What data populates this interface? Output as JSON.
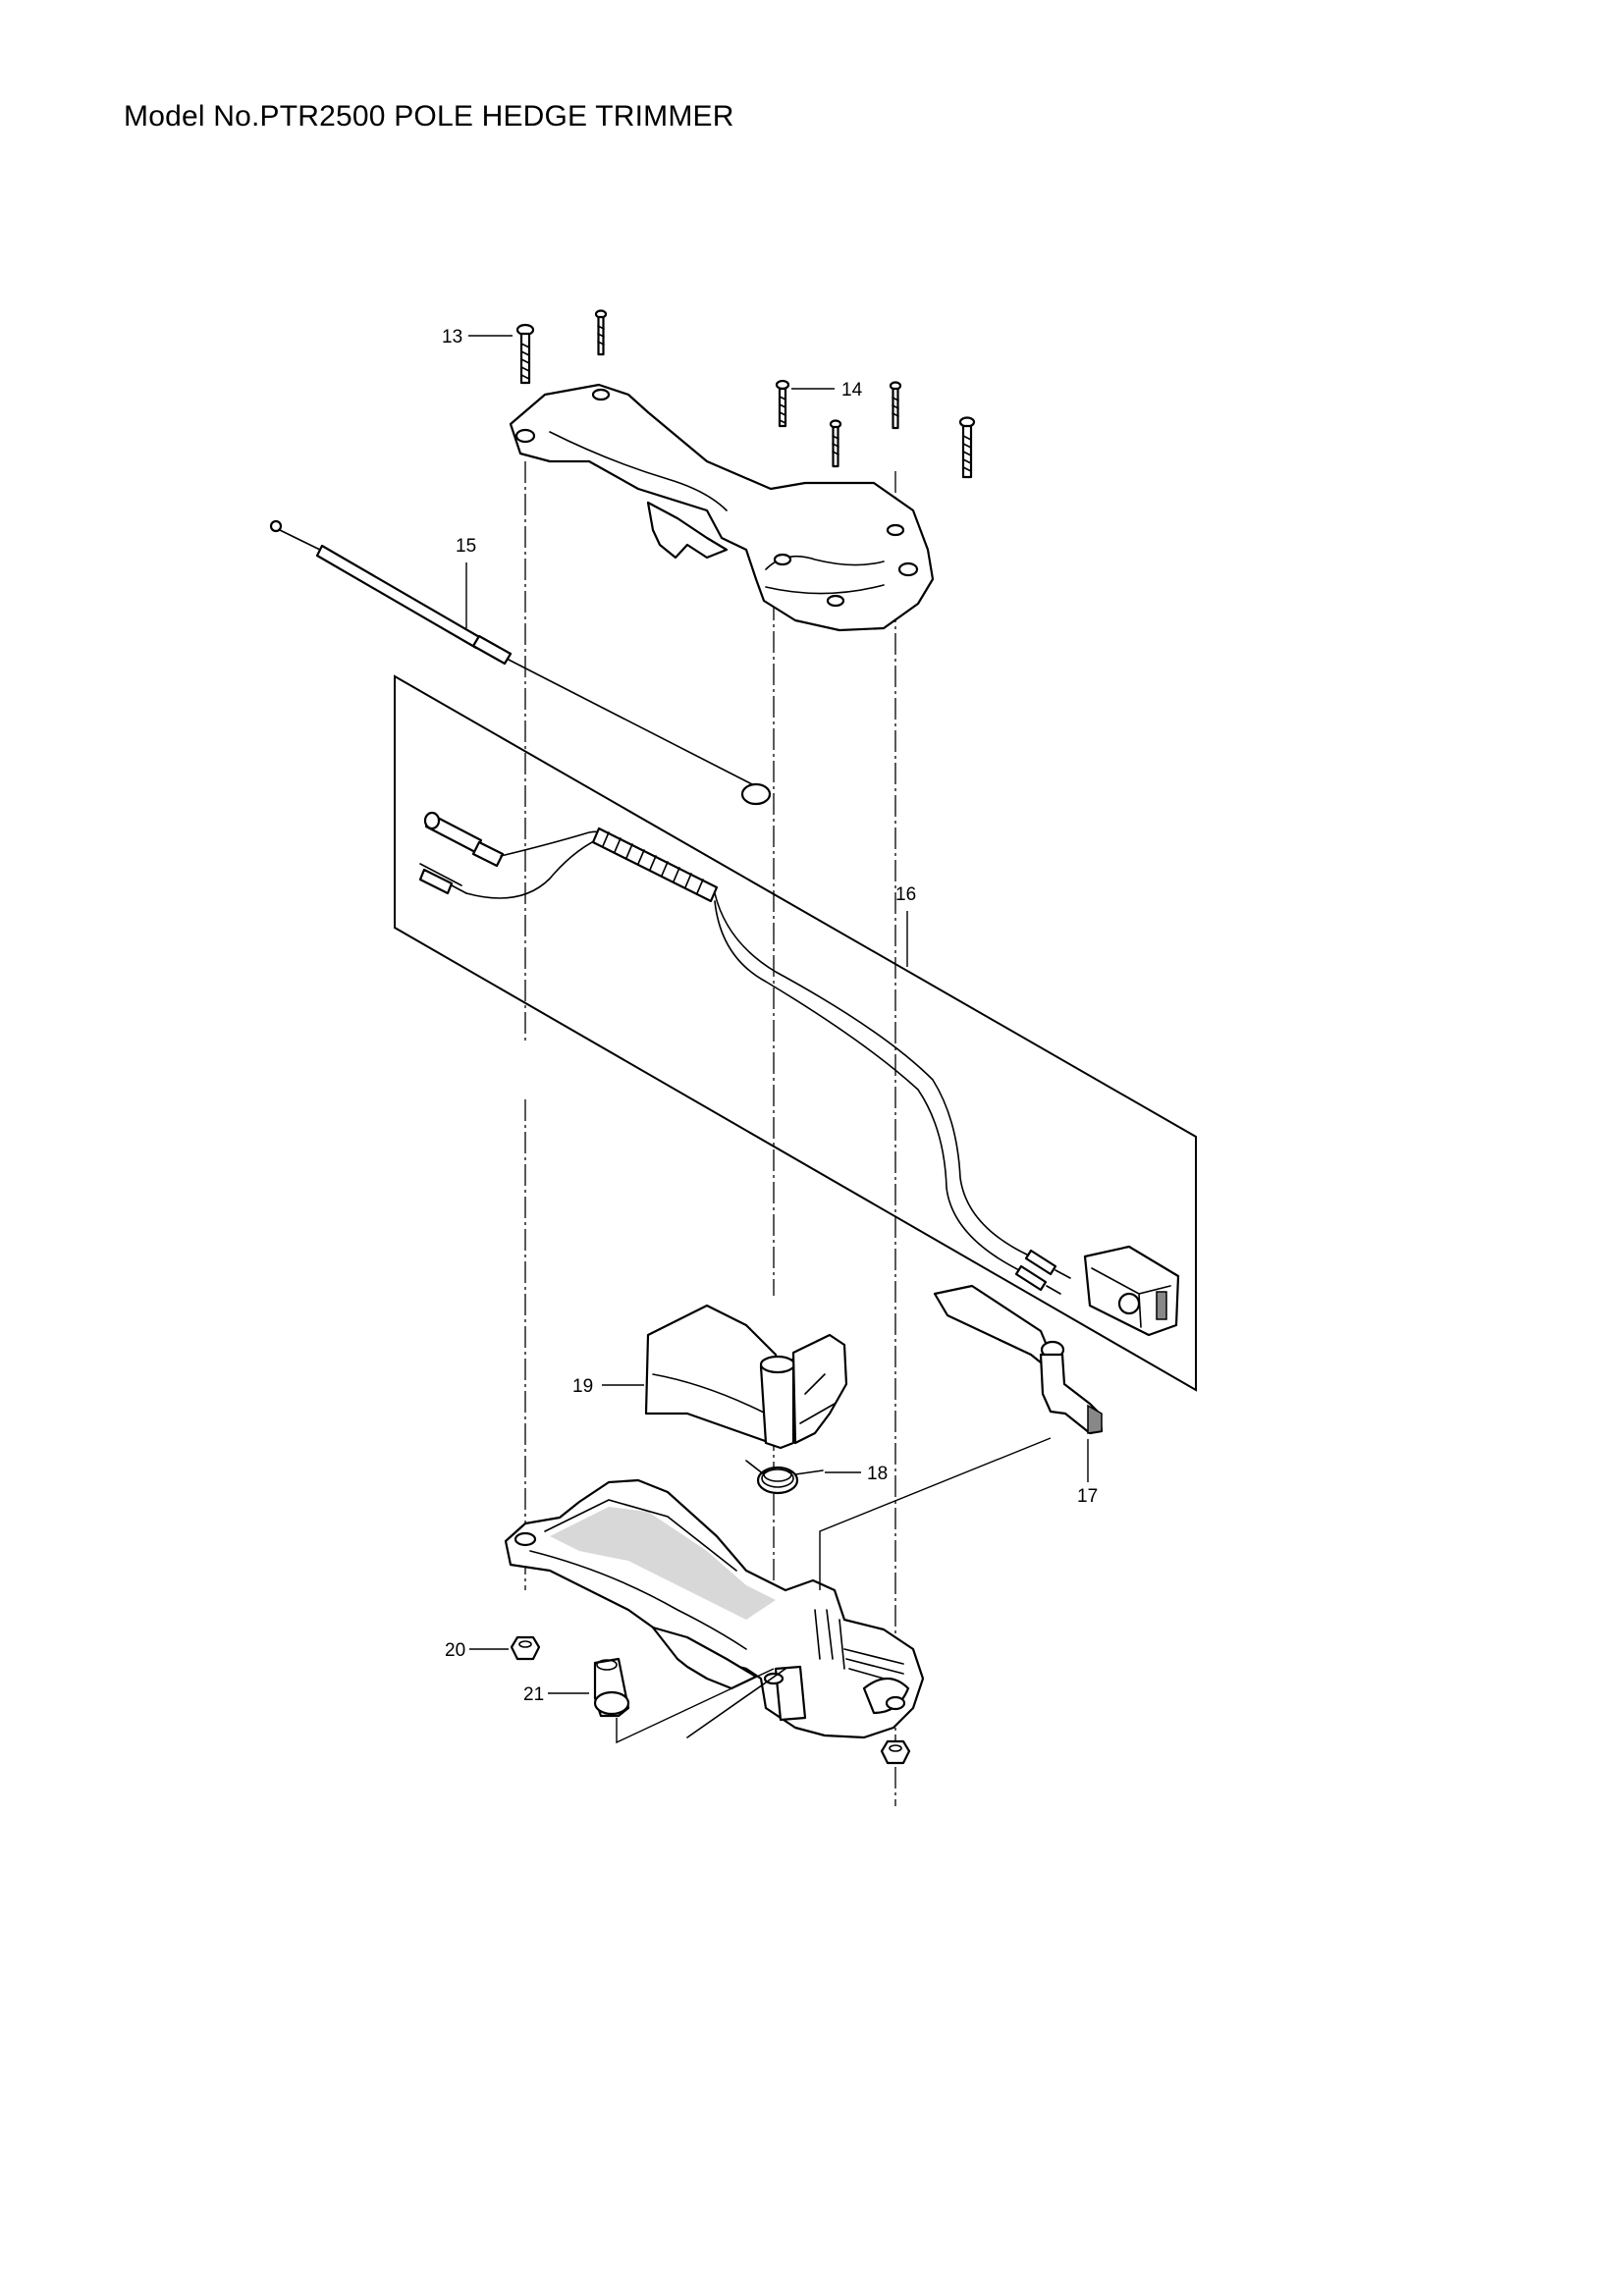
{
  "page": {
    "title": "Model No.PTR2500 POLE HEDGE TRIMMER"
  },
  "callouts": {
    "c13": "13",
    "c14": "14",
    "c15": "15",
    "c16": "16",
    "c17": "17",
    "c18": "18",
    "c19": "19",
    "c20": "20",
    "c21": "21"
  },
  "parts": [
    {
      "ref": "13",
      "icon": "screw-icon"
    },
    {
      "ref": "14",
      "icon": "screw-icon"
    },
    {
      "ref": "15",
      "icon": "throttle-cable-icon"
    },
    {
      "ref": "16",
      "icon": "wire-harness-switch-icon"
    },
    {
      "ref": "17",
      "icon": "throttle-lever-icon"
    },
    {
      "ref": "18",
      "icon": "torsion-spring-icon"
    },
    {
      "ref": "19",
      "icon": "lock-lever-icon"
    },
    {
      "ref": "20",
      "icon": "hex-nut-icon"
    },
    {
      "ref": "21",
      "icon": "knob-icon"
    }
  ]
}
